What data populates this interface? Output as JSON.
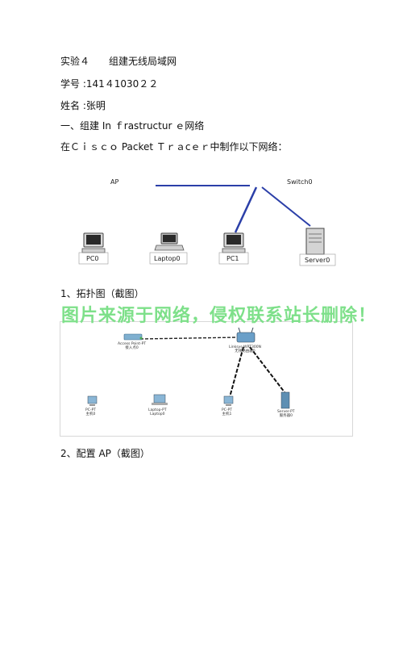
{
  "doc": {
    "title": "实验４　　组建无线局域网",
    "student_id": "学号 :141４1030２２",
    "name": "姓名 :张明",
    "section1": "一、组建 In ｆrastructur ｅ网络",
    "instruction": "在Ｃｉｓｃｏ Packet Ｔｒａcｅｒ中制作以下网络：",
    "item1": "1、拓扑图（截图）",
    "item2": "2、配置 AP（截图）"
  },
  "watermark": "图片来源于网络，侵权联系站长删除！",
  "diagram1": {
    "ap": "AP",
    "switch": "Switch0",
    "pc0": "PC0",
    "laptop0": "Laptop0",
    "pc1": "PC1",
    "server0": "Server0"
  },
  "diagram2": {
    "ap_type": "Access Point-PT",
    "ap_name": "接入点0",
    "router_type": "Linksys-WRT300N",
    "router_name": "无线路由器0",
    "pc0_type": "PC-PT",
    "pc0_name": "主机0",
    "laptop_type": "Laptop-PT",
    "laptop_name": "Laptop0",
    "pc1_type": "PC-PT",
    "pc1_name": "主机1",
    "server_type": "Server-PT",
    "server_name": "服务器0"
  },
  "colors": {
    "link_blue": "#2b3fa8",
    "watermark_green": "#7ee08a"
  }
}
